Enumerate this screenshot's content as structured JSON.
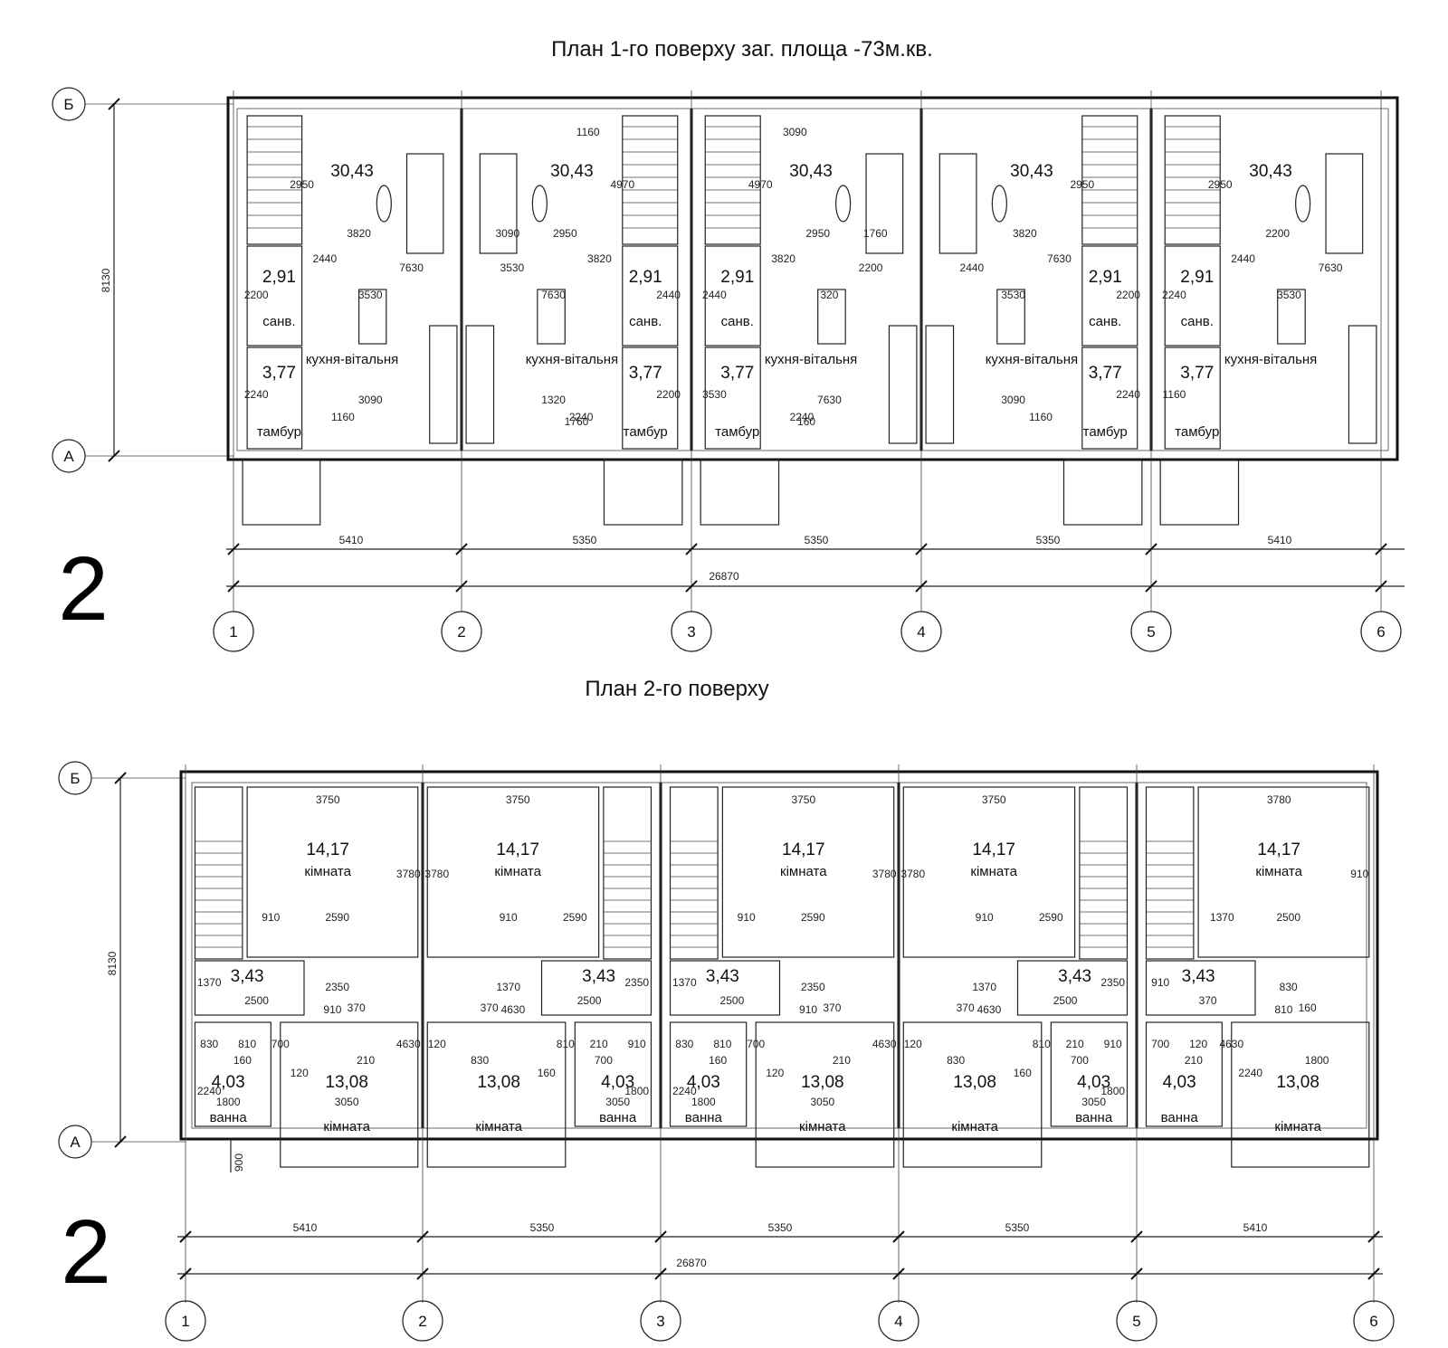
{
  "floor1": {
    "title": "План 1-го поверху      заг. площа -73м.кв.",
    "sheet_number": "2",
    "overall_height": "8130",
    "unit_widths": [
      "5410",
      "5350",
      "5350",
      "5350",
      "5410"
    ],
    "overall_width": "26870",
    "axes_x": [
      "1",
      "2",
      "3",
      "4",
      "5",
      "6"
    ],
    "axes_y": [
      "Б",
      "А"
    ],
    "units": [
      {
        "living_area": "30,43",
        "living_label": "кухня-вітальня",
        "bath_area": "2,91",
        "bath_label": "санв.",
        "vest_area": "3,77",
        "vest_label": "тамбур",
        "dims": [
          "2950",
          "3820",
          "2440",
          "3530",
          "7630",
          "2200",
          "2240",
          "3090",
          "1160"
        ]
      },
      {
        "living_area": "30,43",
        "living_label": "кухня-вітальня",
        "bath_area": "2,91",
        "bath_label": "санв.",
        "vest_area": "3,77",
        "vest_label": "тамбур",
        "dims": [
          "4970",
          "2950",
          "3820",
          "7630",
          "3530",
          "2440",
          "2200",
          "1320",
          "2240",
          "3090",
          "1160",
          "1760"
        ]
      },
      {
        "living_area": "30,43",
        "living_label": "кухня-вітальня",
        "bath_area": "2,91",
        "bath_label": "санв.",
        "vest_area": "3,77",
        "vest_label": "тамбур",
        "dims": [
          "4970",
          "2950",
          "3820",
          "320",
          "2200",
          "2440",
          "3530",
          "7630",
          "2240",
          "1760",
          "3090",
          "160"
        ]
      },
      {
        "living_area": "30,43",
        "living_label": "кухня-вітальня",
        "bath_area": "2,91",
        "bath_label": "санв.",
        "vest_area": "3,77",
        "vest_label": "тамбур",
        "dims": [
          "2950",
          "3820",
          "7630",
          "3530",
          "2440",
          "2200",
          "2240",
          "3090",
          "1160"
        ]
      },
      {
        "living_area": "30,43",
        "living_label": "кухня-вітальня",
        "bath_area": "2,91",
        "bath_label": "санв.",
        "vest_area": "3,77",
        "vest_label": "тамбур",
        "dims": [
          "2950",
          "2200",
          "2440",
          "3530",
          "7630",
          "2240",
          "1160"
        ]
      }
    ]
  },
  "floor2": {
    "title": "План 2-го поверху",
    "sheet_number": "2",
    "overall_height": "8130",
    "unit_widths": [
      "5410",
      "5350",
      "5350",
      "5350",
      "5410"
    ],
    "overall_width": "26870",
    "axes_x": [
      "1",
      "2",
      "3",
      "4",
      "5",
      "6"
    ],
    "axes_y": [
      "Б",
      "А"
    ],
    "porch_dim": "900",
    "units": [
      {
        "room1_area": "14,17",
        "room1_label": "кімната",
        "hall_area": "3,43",
        "bath_area": "4,03",
        "bath_label": "ванна",
        "room2_area": "13,08",
        "room2_label": "кімната",
        "dims": [
          "3750",
          "3780",
          "910",
          "2590",
          "1370",
          "2500",
          "2350",
          "910",
          "370",
          "830",
          "810",
          "160",
          "700",
          "120",
          "210",
          "4630",
          "2240",
          "1800",
          "3050"
        ]
      },
      {
        "room1_area": "14,17",
        "room1_label": "кімната",
        "hall_area": "3,43",
        "bath_area": "4,03",
        "bath_label": "ванна",
        "room2_area": "13,08",
        "room2_label": "кімната",
        "dims": [
          "3750",
          "3780",
          "2590",
          "910",
          "2350",
          "2500",
          "1370",
          "4630",
          "370",
          "910",
          "210",
          "700",
          "810",
          "160",
          "830",
          "120",
          "1800",
          "3050"
        ]
      },
      {
        "room1_area": "14,17",
        "room1_label": "кімната",
        "hall_area": "3,43",
        "bath_area": "4,03",
        "bath_label": "ванна",
        "room2_area": "13,08",
        "room2_label": "кімната",
        "dims": [
          "3750",
          "3780",
          "910",
          "2590",
          "1370",
          "2500",
          "2350",
          "910",
          "370",
          "830",
          "810",
          "160",
          "700",
          "120",
          "210",
          "4630",
          "2240",
          "1800",
          "3050"
        ]
      },
      {
        "room1_area": "14,17",
        "room1_label": "кімната",
        "hall_area": "3,43",
        "bath_area": "4,03",
        "bath_label": "ванна",
        "room2_area": "13,08",
        "room2_label": "кімната",
        "dims": [
          "3750",
          "3780",
          "2590",
          "910",
          "2350",
          "2500",
          "1370",
          "4630",
          "370",
          "910",
          "210",
          "700",
          "810",
          "160",
          "830",
          "120",
          "1800",
          "3050"
        ]
      },
      {
        "room1_area": "14,17",
        "room1_label": "кімната",
        "hall_area": "3,43",
        "bath_area": "4,03",
        "bath_label": "ванна",
        "room2_area": "13,08",
        "room2_label": "кімната",
        "dims": [
          "3780",
          "910",
          "1370",
          "2500",
          "910",
          "370",
          "830",
          "810",
          "160",
          "700",
          "120",
          "210",
          "4630",
          "2240",
          "1800"
        ]
      }
    ]
  }
}
